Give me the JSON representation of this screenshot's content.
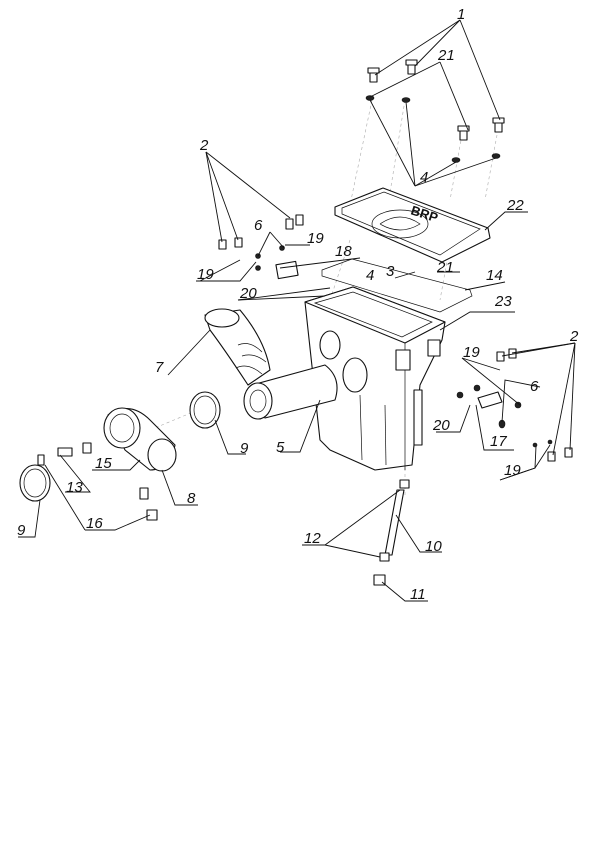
{
  "diagram": {
    "labels": [
      "1",
      "21",
      "4",
      "22",
      "2",
      "6",
      "19",
      "18",
      "21",
      "3",
      "4",
      "14",
      "23",
      "19",
      "20",
      "7",
      "2",
      "19",
      "6",
      "9",
      "5",
      "20",
      "17",
      "19",
      "15",
      "13",
      "8",
      "9",
      "16",
      "12",
      "10",
      "11"
    ],
    "brand": "BRP"
  }
}
